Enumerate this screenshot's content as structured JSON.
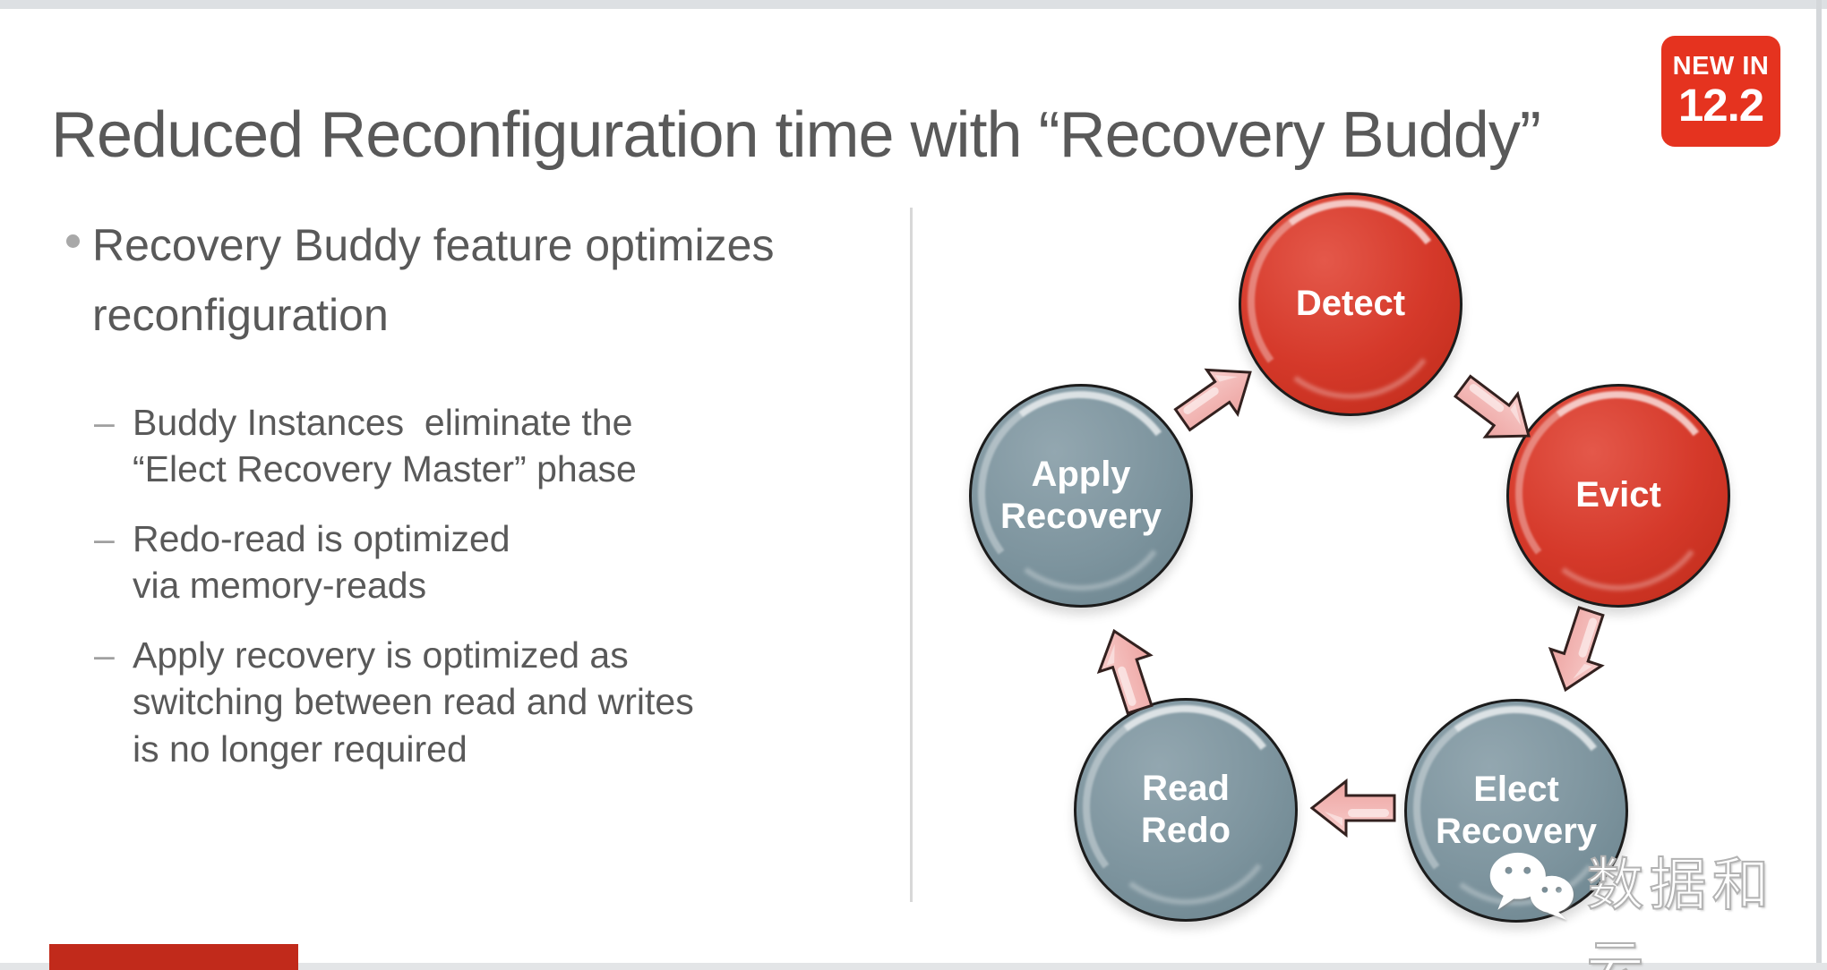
{
  "badge": {
    "line1": "NEW IN",
    "line2": "12.2",
    "color": "#e5331f"
  },
  "title": "Reduced Reconfiguration time with “Recovery Buddy”",
  "content": {
    "marker": "–",
    "main_bullet": "Recovery Buddy feature optimizes reconfiguration",
    "sub_bullets": [
      {
        "text": "Buddy Instances  eliminate the “Elect Recovery Master” phase"
      },
      {
        "text": "Redo-read is optimized\nvia memory-reads"
      },
      {
        "text": "Apply recovery is optimized as switching between read and writes is no longer required"
      }
    ]
  },
  "diagram": {
    "type": "cycle",
    "direction": "clockwise",
    "nodes": [
      {
        "label": "Detect",
        "type": "red"
      },
      {
        "label": "Evict",
        "type": "red"
      },
      {
        "label": "Elect\nRecovery",
        "type": "gray"
      },
      {
        "label": "Read\nRedo",
        "type": "gray"
      },
      {
        "label": "Apply\nRecovery",
        "type": "gray"
      }
    ],
    "colors": {
      "red_node": "#d5392a",
      "gray_node": "#7d949e",
      "arrow": "#f2bab8",
      "text": "#ffffff"
    }
  },
  "watermark": {
    "text": "数据和云",
    "icon": "wechat-icon"
  },
  "colors": {
    "body_text": "#595959",
    "bullet_marker": "#a8a8a8",
    "divider": "#d8d8d8",
    "bottom_bar": "#c12a1b",
    "chrome_strip": "#dde0e3"
  }
}
